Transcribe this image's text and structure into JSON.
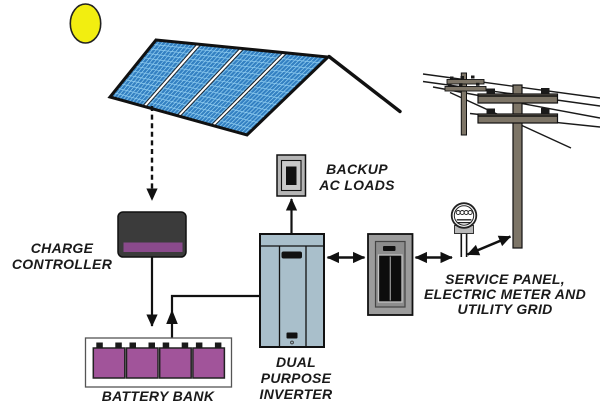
{
  "diagram": {
    "title_semantic": "residential solar power system diagram",
    "labels": {
      "charge_controller": {
        "lines": [
          "CHARGE",
          "CONTROLLER"
        ]
      },
      "battery_bank": {
        "lines": [
          "BATTERY BANK"
        ]
      },
      "dual_purpose_inverter": {
        "lines": [
          "DUAL",
          "PURPOSE",
          "INVERTER"
        ]
      },
      "backup_ac_loads": {
        "lines": [
          "BACKUP",
          "AC LOADS"
        ]
      },
      "service_panel": {
        "lines": [
          "SERVICE PANEL,",
          "ELECTRIC METER AND",
          "UTILITY GRID"
        ]
      }
    },
    "colors": {
      "background": "#ffffff",
      "sun": "#f2ee10",
      "panel_cell": "#3380c2",
      "panel_grid": "#8ecbef",
      "controller_body": "#3b3b3b",
      "controller_stripe": "#8a4a8c",
      "battery": "#a1549a",
      "inverter": "#a9bfcb",
      "equipment_gray": "#9c9c9c",
      "outlet_gray": "#b5b5b5",
      "pole": "#7d7567",
      "line": "#1a1a1a"
    }
  }
}
